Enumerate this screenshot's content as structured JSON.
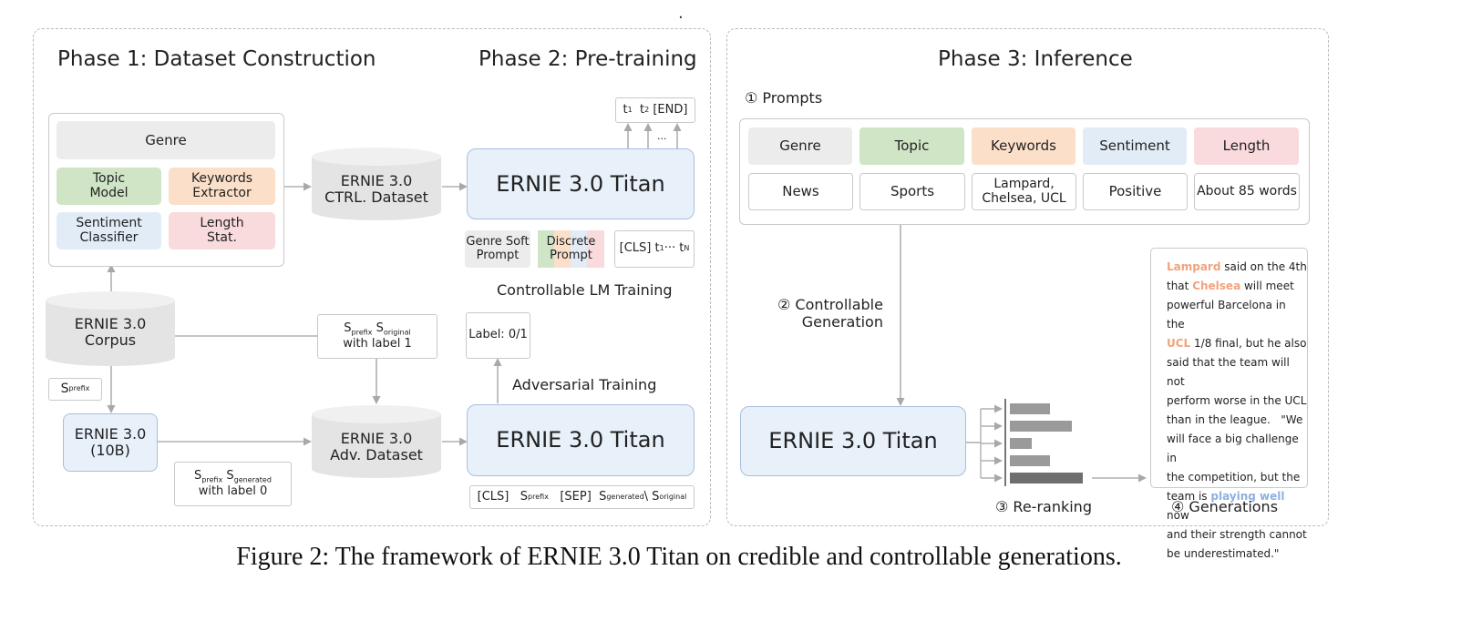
{
  "phase1": {
    "title": "Phase 1: Dataset Construction",
    "genre": "Genre",
    "topic_model": "Topic\nModel",
    "keywords_extractor": "Keywords\nExtractor",
    "sentiment_classifier": "Sentiment\nClassifier",
    "length_stat": "Length\nStat.",
    "corpus": "ERNIE 3.0\nCorpus",
    "ctrl_dataset": "ERNIE 3.0\nCTRL. Dataset",
    "s_prefix": "S",
    "s_prefix_sub": "prefix",
    "ernie_10b": "ERNIE 3.0\n(10B)",
    "adv_dataset": "ERNIE 3.0\nAdv. Dataset",
    "label1_s": "S",
    "label1_prefix_sub": "prefix",
    "label1_s2": "S",
    "label1_original_sub": "original",
    "label1_text": "with label 1",
    "label0_s": "S",
    "label0_prefix_sub": "prefix",
    "label0_s2": "S",
    "label0_generated_sub": "generated",
    "label0_text": "with label 0"
  },
  "phase2": {
    "title": "Phase 2: Pre-training",
    "titan_top": "ERNIE 3.0 Titan",
    "tokens": "t",
    "tok_sub1": "1",
    "tok_sub2": "2",
    "end_token": "[END]",
    "ellipsis": "...",
    "genre_soft_prompt": "Genre Soft\nPrompt",
    "discrete_prompt": "Discrete\nPrompt",
    "cls_seq": "[CLS] t",
    "cls_seq_sub1": "1",
    "cls_seq_mid": "··· t",
    "cls_seq_subn": "N",
    "controllable_lm": "Controllable LM Training",
    "label_01": "Label: 0/1",
    "adversarial": "Adversarial Training",
    "titan_bottom": "ERNIE 3.0 Titan",
    "input_cls": "[CLS]",
    "input_s": "S",
    "input_prefix_sub": "prefix",
    "input_sep": "[SEP]",
    "input_s2": "S",
    "input_generated_sub": "generated",
    "input_backslash": "\\ S",
    "input_original_sub": "original"
  },
  "phase3": {
    "title": "Phase 3: Inference",
    "prompts_label": "① Prompts",
    "prompt_headers": [
      "Genre",
      "Topic",
      "Keywords",
      "Sentiment",
      "Length"
    ],
    "prompt_values": [
      "News",
      "Sports",
      "Lampard,\nChelsea, UCL",
      "Positive",
      "About 85 words"
    ],
    "controllable_generation": "② Controllable\nGeneration",
    "titan": "ERNIE 3.0 Titan",
    "reranking": "③ Re-ranking",
    "generations": "④ Generations",
    "gen_text": {
      "w1": "Lampard",
      "t1": " said on the 4th",
      "t2": "that ",
      "w2": "Chelsea",
      "t3": " will meet",
      "t4": "powerful Barcelona in the",
      "w3": "UCL",
      "t5": " 1/8 final, but he also",
      "t6": "said that the team will not",
      "t7": "perform worse in the UCL",
      "t8": "than in the league.   \"We",
      "t9": "will face a big challenge in",
      "t10": "the competition, but the",
      "t11": "team is ",
      "w4": "playing well",
      "t12": " now",
      "t13": "and their strength cannot",
      "t14": "be underestimated.\""
    }
  },
  "caption": "Figure 2: The framework of ERNIE 3.0 Titan on credible and controllable generations.",
  "colors": {
    "topic": "#cfe5c6",
    "keywords": "#fbdfc9",
    "sentiment": "#e2ecf7",
    "length": "#f9dadd",
    "genre": "#ececec",
    "titan": "#e8f0fa",
    "cylinder": "#e4e4e4",
    "bar": "#9a9a9a"
  },
  "rerank_scores": [
    0.55,
    0.85,
    0.3,
    0.55,
    1.0
  ]
}
